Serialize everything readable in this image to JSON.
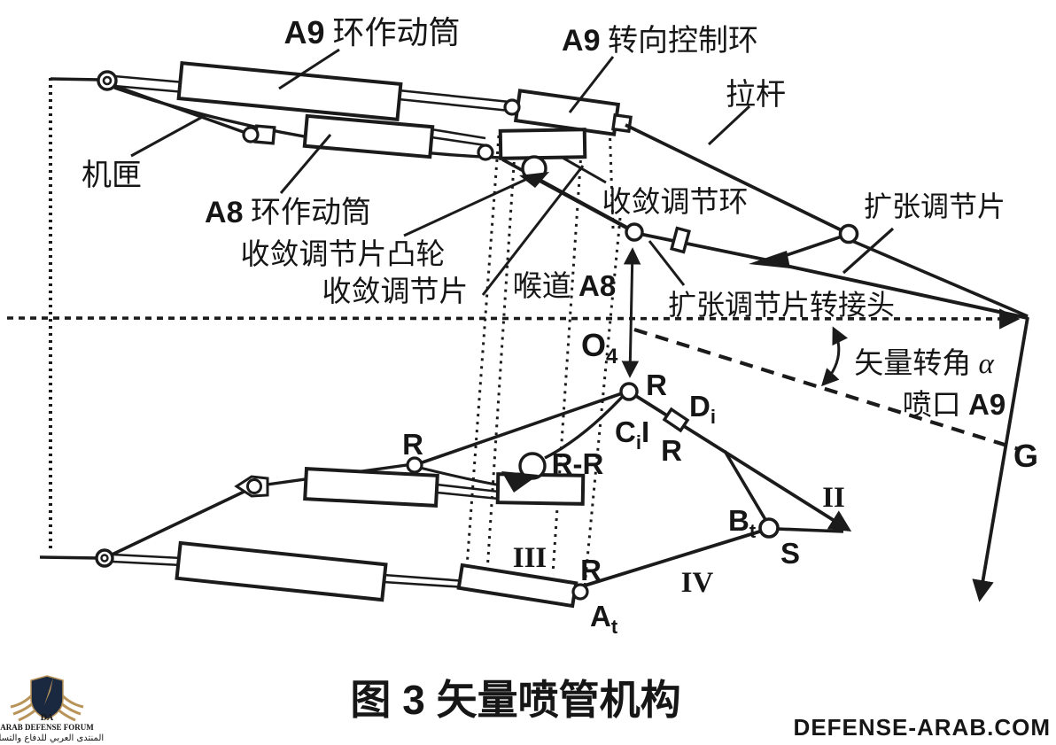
{
  "figure": {
    "caption": "图 3   矢量喷管机构",
    "watermark": "DEFENSE-ARAB.COM",
    "colors": {
      "ink": "#1b1b1b",
      "logo_gold": "#b9945a",
      "logo_navy": "#1b2940",
      "background": "#ffffff"
    },
    "labels": {
      "a9_actuator": {
        "code": "A9",
        "cn": " 环作动筒"
      },
      "a9_steering_ring": {
        "code": "A9",
        "cn": " 转向控制环"
      },
      "tie_rod": {
        "cn": "拉杆"
      },
      "casing": {
        "cn": "机匣"
      },
      "a8_actuator": {
        "code": "A8",
        "cn": " 环作动筒"
      },
      "convergent_ring": {
        "cn": "收敛调节环"
      },
      "convergent_flap_cam": {
        "cn": "收敛调节片凸轮"
      },
      "convergent_flap": {
        "cn": "收敛调节片"
      },
      "throat": {
        "cn": "喉道 ",
        "code": "A8"
      },
      "divergent_flap": {
        "cn": "扩张调节片"
      },
      "divergent_flap_adapter": {
        "cn": "扩张调节片转接头"
      },
      "vector_angle": {
        "cn": "矢量转角 ",
        "sym": "α"
      },
      "nozzle_exit": {
        "cn": "喷口 ",
        "code": "A9"
      }
    },
    "points": {
      "o4": {
        "main": "O",
        "sub": "4"
      },
      "r_top": "R",
      "d_i": {
        "main": "D",
        "sub": "i"
      },
      "c_i": {
        "main": "C",
        "sub": "i",
        "tail": "I"
      },
      "r_mid": "R",
      "r_left": "R",
      "r_r": "R-R",
      "link_ii": "II",
      "link_iii": "III",
      "link_iv": "IV",
      "b_t": {
        "main": "B",
        "sub": "t"
      },
      "s": "S",
      "r_bottom": "R",
      "a_t": {
        "main": "A",
        "sub": "t"
      },
      "g": "G"
    },
    "logo": {
      "monogram": "DA",
      "name_en": "ARAB DEFENSE FORUM",
      "name_ar": "المنتدى العربي للدفاع والتسليح"
    }
  }
}
